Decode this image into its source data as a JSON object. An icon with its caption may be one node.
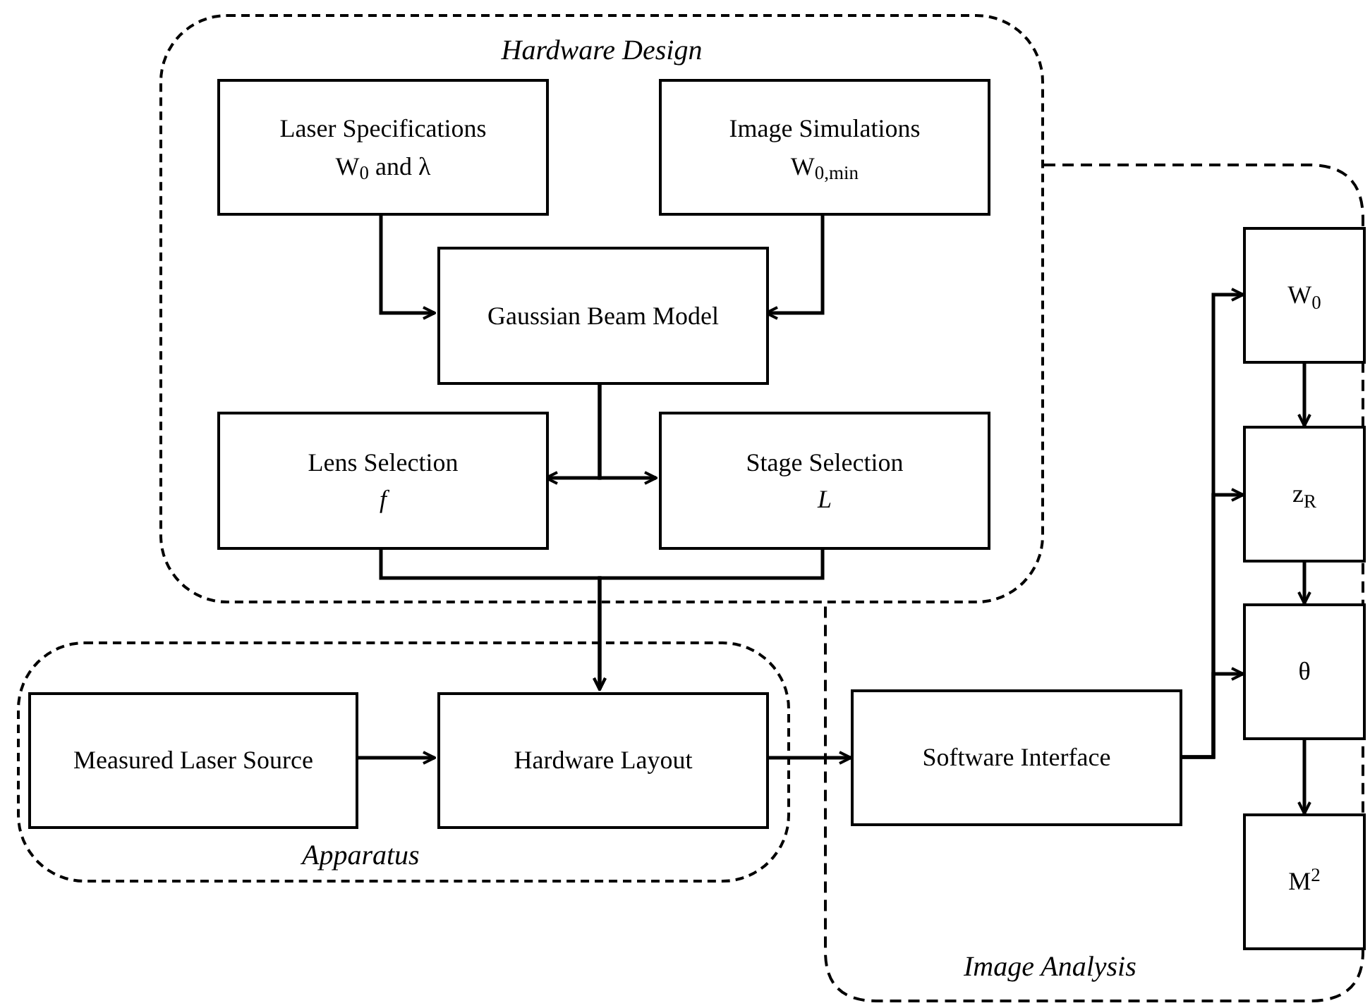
{
  "diagram": {
    "nodes": [
      {
        "text": [
          "Hardware Design"
        ]
      },
      {
        "text": [
          "Laser Specifications",
          "W$_{0}$ and λ"
        ],
        "in": 0
      },
      {
        "text": [
          "Image Simulations",
          "W$_{0,min}$"
        ],
        "in": 0
      },
      {
        "text": [
          "Gaussian Beam Model"
        ],
        "in": 0
      },
      {
        "text": [
          "Lens Selection",
          "*f*"
        ],
        "in": 0
      },
      {
        "text": [
          "Stage Selection",
          "*L*"
        ],
        "in": 0
      },
      {
        "text": [
          "Image Analysis"
        ]
      },
      {
        "text": [
          "W$_{0}$"
        ],
        "in": 6
      },
      {
        "text": [
          "z$_{R}$"
        ],
        "in": 6
      },
      {
        "text": [
          "θ"
        ],
        "in": 6
      },
      {
        "text": [
          "M$^{2}$"
        ],
        "in": 6
      },
      {
        "text": [
          "Software Interface"
        ],
        "in": 6
      },
      {
        "text": [
          "Apparatus"
        ]
      },
      {
        "text": [
          "Measured Laser Source"
        ],
        "in": 12
      },
      {
        "text": [
          "Hardware Layout"
        ],
        "in": 12
      }
    ],
    "edges": [
      {
        "from": 1,
        "to": 3,
        "arrow": "to"
      },
      {
        "from": 2,
        "to": 3,
        "arrow": "to"
      },
      {
        "from": 3,
        "to": 4,
        "arrow": "to"
      },
      {
        "from": 3,
        "to": 5,
        "arrow": "to"
      },
      {
        "from": 4,
        "to": 14,
        "arrow": "to"
      },
      {
        "from": 5,
        "to": 14,
        "arrow": "to"
      },
      {
        "from": 13,
        "to": 14,
        "arrow": "to"
      },
      {
        "from": 14,
        "to": 11,
        "arrow": "to"
      },
      {
        "from": 11,
        "to": 7,
        "arrow": "to"
      },
      {
        "from": 11,
        "to": 8,
        "arrow": "to"
      },
      {
        "from": 11,
        "to": 9,
        "arrow": "to"
      },
      {
        "from": 7,
        "to": 8,
        "arrow": "to"
      },
      {
        "from": 8,
        "to": 9,
        "arrow": "to"
      },
      {
        "from": 9,
        "to": 10,
        "arrow": "to"
      }
    ]
  }
}
